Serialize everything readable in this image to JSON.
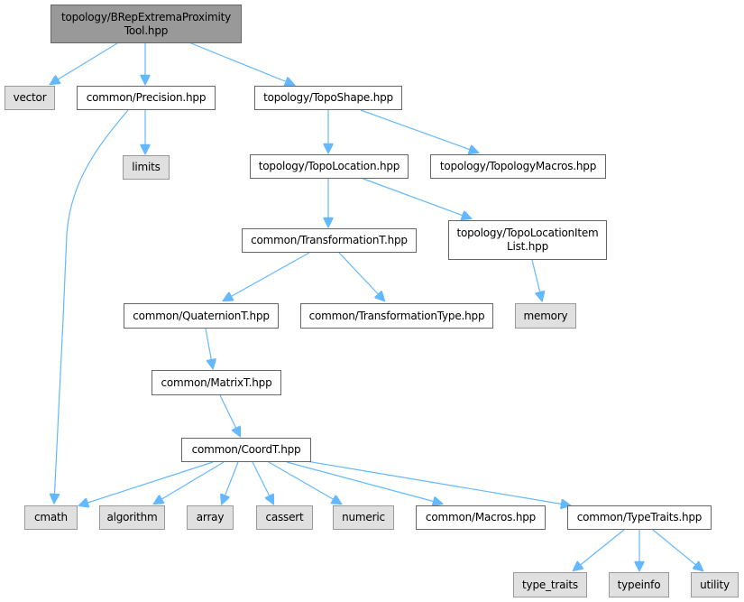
{
  "graph": {
    "colors": {
      "edge": "#63b8ff",
      "root_fill": "#999999",
      "file_fill": "#ffffff",
      "system_fill": "#e0e0e0",
      "border": "#666666"
    },
    "nodes": {
      "root": "topology/BRepExtremaProximity\nTool.hpp",
      "vector": "vector",
      "precision": "common/Precision.hpp",
      "toposhape": "topology/TopoShape.hpp",
      "limits": "limits",
      "topolocation": "topology/TopoLocation.hpp",
      "topologymacros": "topology/TopologyMacros.hpp",
      "transformationt": "common/TransformationT.hpp",
      "topolocationitemlist": "topology/TopoLocationItem\nList.hpp",
      "quaterniont": "common/QuaternionT.hpp",
      "transformationtype": "common/TransformationType.hpp",
      "memory": "memory",
      "matrixt": "common/MatrixT.hpp",
      "coordt": "common/CoordT.hpp",
      "cmath": "cmath",
      "algorithm": "algorithm",
      "array": "array",
      "cassert": "cassert",
      "numeric": "numeric",
      "macros": "common/Macros.hpp",
      "typetraits": "common/TypeTraits.hpp",
      "type_traits": "type_traits",
      "typeinfo": "typeinfo",
      "utility": "utility"
    }
  }
}
